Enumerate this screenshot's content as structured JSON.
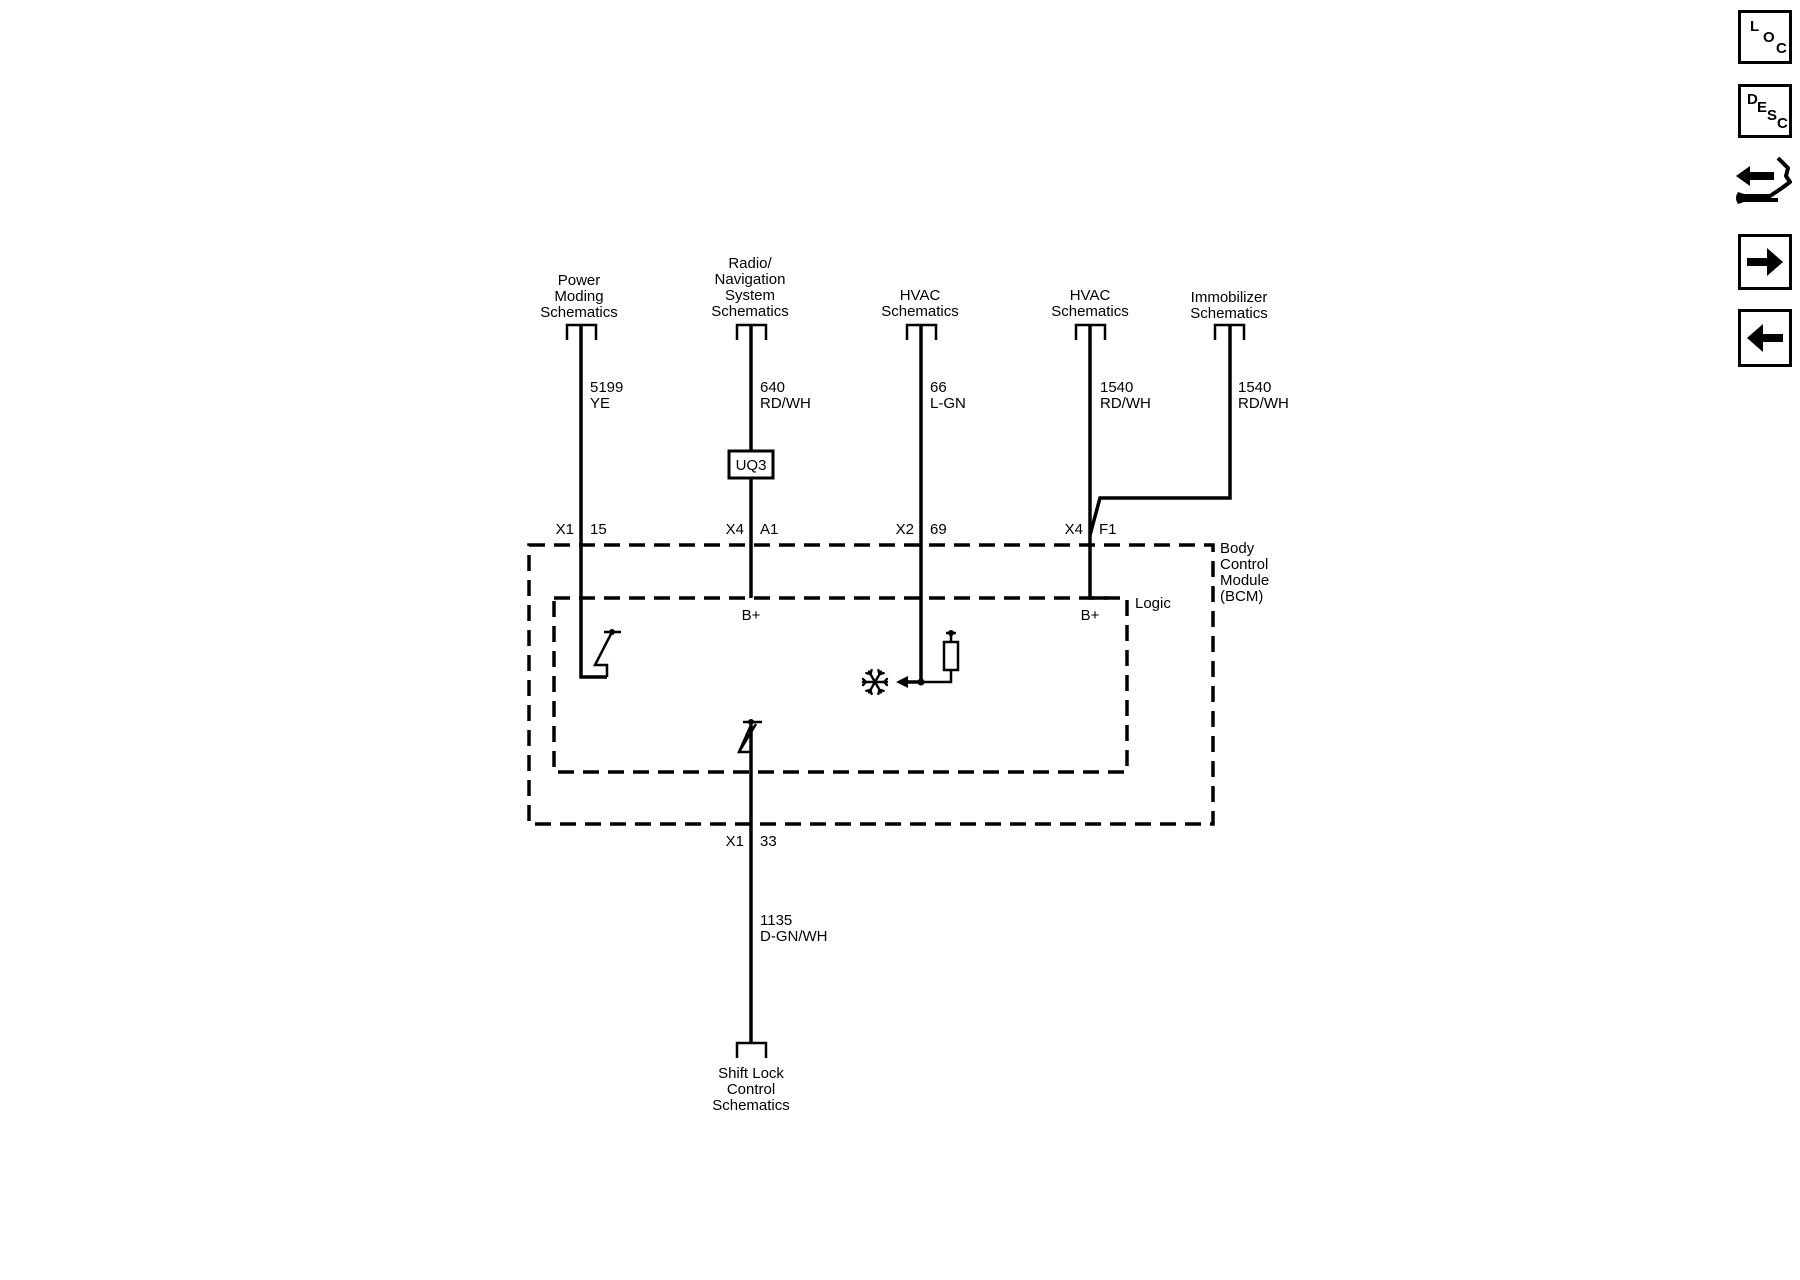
{
  "nav": {
    "loc": {
      "l": "L",
      "o": "O",
      "c": "C"
    },
    "desc": {
      "d": "D",
      "e": "E",
      "s": "S",
      "c": "C"
    }
  },
  "top_labels": [
    {
      "lines": [
        "Power",
        "Moding",
        "Schematics"
      ]
    },
    {
      "lines": [
        "Radio/",
        "Navigation",
        "System",
        "Schematics"
      ]
    },
    {
      "lines": [
        "HVAC",
        "Schematics"
      ]
    },
    {
      "lines": [
        "HVAC",
        "Schematics"
      ]
    },
    {
      "lines": [
        "Immobilizer",
        "Schematics"
      ]
    }
  ],
  "wires": [
    {
      "circuit": "5199",
      "color": "YE"
    },
    {
      "circuit": "640",
      "color": "RD/WH"
    },
    {
      "circuit": "66",
      "color": "L-GN"
    },
    {
      "circuit": "1540",
      "color": "RD/WH"
    },
    {
      "circuit": "1540",
      "color": "RD/WH"
    },
    {
      "circuit": "1135",
      "color": "D-GN/WH"
    }
  ],
  "splice": "UQ3",
  "connectors": [
    {
      "conn": "X1",
      "pin": "15"
    },
    {
      "conn": "X4",
      "pin": "A1"
    },
    {
      "conn": "X2",
      "pin": "69"
    },
    {
      "conn": "X4",
      "pin": "F1"
    },
    {
      "conn": "X1",
      "pin": "33"
    }
  ],
  "module": {
    "lines": [
      "Body",
      "Control",
      "Module",
      "(BCM)"
    ]
  },
  "logic_label": "Logic",
  "bplus": [
    "B+",
    "B+"
  ],
  "bottom_label": {
    "lines": [
      "Shift Lock",
      "Control",
      "Schematics"
    ]
  }
}
